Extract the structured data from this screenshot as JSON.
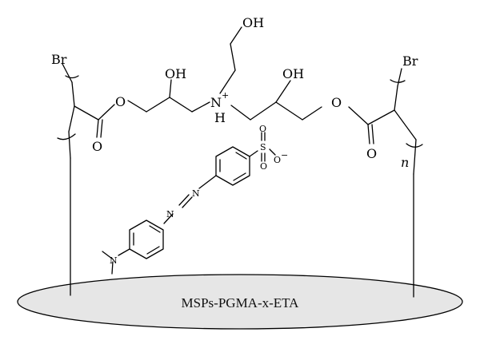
{
  "atoms": {
    "br_left": "Br",
    "br_right": "Br",
    "oh_top": "OH",
    "oh_left": "OH",
    "oh_right": "OH",
    "n_plus": "N",
    "plus_sign": "+",
    "h_on_n": "H",
    "o_ester_left": "O",
    "o_carbonyl_left": "O",
    "o_ester_right": "O",
    "o_carbonyl_right": "O",
    "s_sulfonate": "S",
    "o_sulfonate_top": "O",
    "o_sulfonate_bottom": "O",
    "o_sulfonate_neg": "O",
    "minus_sign": "−",
    "azo_n1": "N",
    "azo_n2": "N",
    "amine_n": "N",
    "repeat_n": "n"
  },
  "particle_label": "MSPs-PGMA-x-ETA"
}
